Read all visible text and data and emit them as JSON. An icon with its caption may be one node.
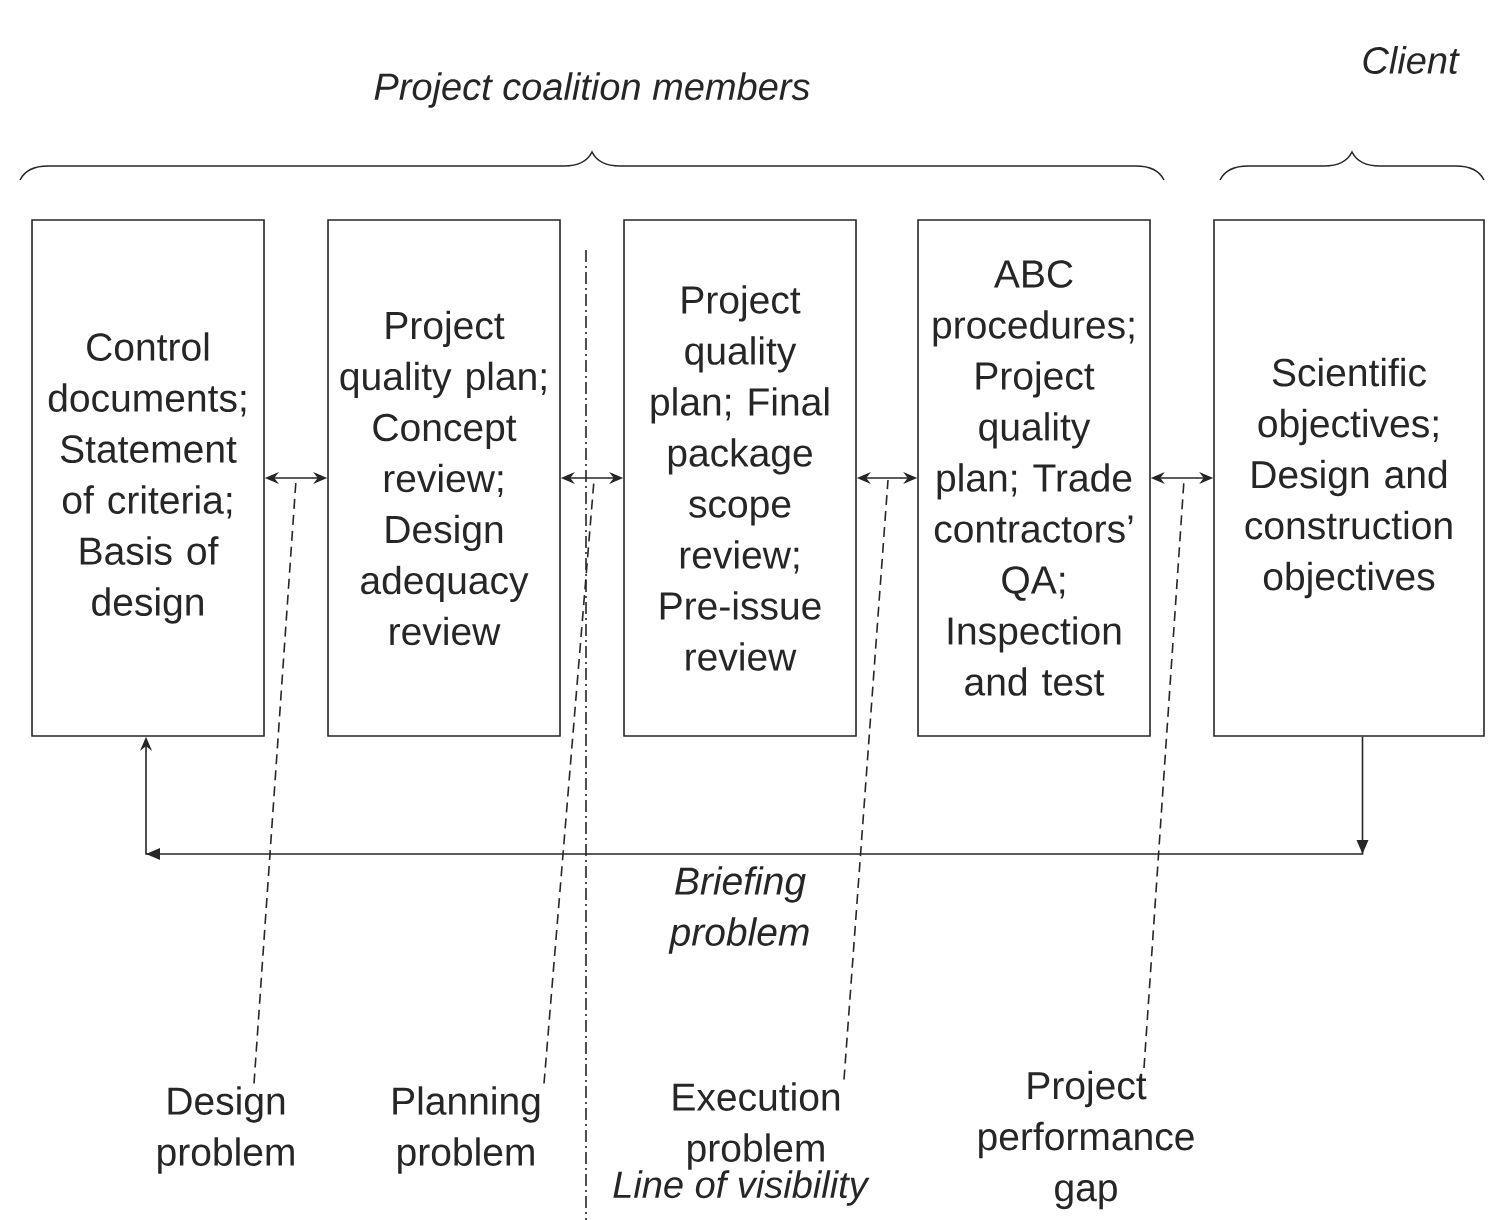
{
  "diagram": {
    "nodes": [
      {
        "text": [
          "Control documents; Statement of criteria; Basis of design"
        ]
      },
      {
        "text": [
          "Project quality plan; Concept review; Design adequacy review"
        ]
      },
      {
        "text": [
          "Project quality plan; Final package scope review; Pre-issue review"
        ]
      },
      {
        "text": [
          "ABC procedures; Project quality plan; Trade contractors’ QA; Inspection and test"
        ]
      },
      {
        "text": [
          "Scientific objectives; Design and construction objectives"
        ]
      },
      {
        "text": [
          "Design problem"
        ]
      },
      {
        "text": [
          "Planning problem"
        ]
      },
      {
        "text": [
          "Execution problem"
        ]
      },
      {
        "text": [
          "Project performance gap"
        ]
      }
    ],
    "edges": [
      {
        "from": 0,
        "to": 1,
        "arrow": "both"
      },
      {
        "from": 1,
        "to": 2,
        "arrow": "both"
      },
      {
        "from": 2,
        "to": 3,
        "arrow": "both"
      },
      {
        "from": 3,
        "to": 4,
        "arrow": "both"
      },
      {
        "from": 4,
        "to": 0,
        "arrow": "to",
        "label": "Briefing problem"
      },
      {
        "from": 5,
        "to": null,
        "arrow": "none",
        "style": "dashed"
      },
      {
        "from": 6,
        "to": null,
        "arrow": "none",
        "style": "dashed"
      },
      {
        "from": 7,
        "to": null,
        "arrow": "none",
        "style": "dashed"
      },
      {
        "from": 8,
        "to": null,
        "arrow": "none",
        "style": "dashed"
      }
    ],
    "labels": [
      "Project coalition members",
      "Client",
      "Line of visibility"
    ]
  }
}
